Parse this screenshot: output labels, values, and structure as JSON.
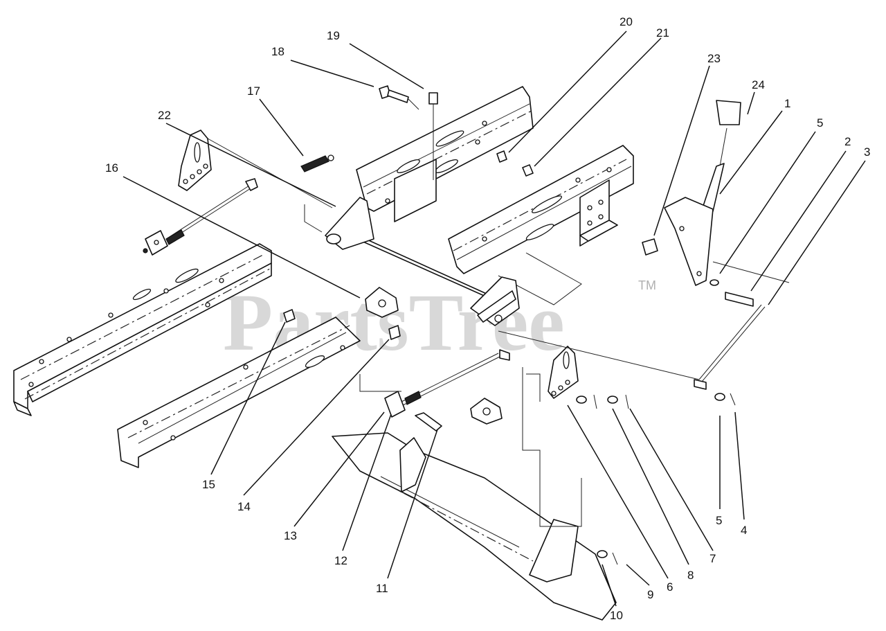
{
  "watermark": {
    "text": "PartsTree",
    "trademark": "TM"
  },
  "callouts": [
    {
      "id": "c19",
      "label": "19"
    },
    {
      "id": "c20",
      "label": "20"
    },
    {
      "id": "c21",
      "label": "21"
    },
    {
      "id": "c18",
      "label": "18"
    },
    {
      "id": "c23",
      "label": "23"
    },
    {
      "id": "c17",
      "label": "17"
    },
    {
      "id": "c24",
      "label": "24"
    },
    {
      "id": "c1",
      "label": "1"
    },
    {
      "id": "c22",
      "label": "22"
    },
    {
      "id": "c5a",
      "label": "5"
    },
    {
      "id": "c2",
      "label": "2"
    },
    {
      "id": "c3",
      "label": "3"
    },
    {
      "id": "c16",
      "label": "16"
    },
    {
      "id": "c15",
      "label": "15"
    },
    {
      "id": "c14",
      "label": "14"
    },
    {
      "id": "c13",
      "label": "13"
    },
    {
      "id": "c12",
      "label": "12"
    },
    {
      "id": "c11",
      "label": "11"
    },
    {
      "id": "c5b",
      "label": "5"
    },
    {
      "id": "c4",
      "label": "4"
    },
    {
      "id": "c7",
      "label": "7"
    },
    {
      "id": "c8",
      "label": "8"
    },
    {
      "id": "c6",
      "label": "6"
    },
    {
      "id": "c9",
      "label": "9"
    },
    {
      "id": "c10",
      "label": "10"
    }
  ]
}
